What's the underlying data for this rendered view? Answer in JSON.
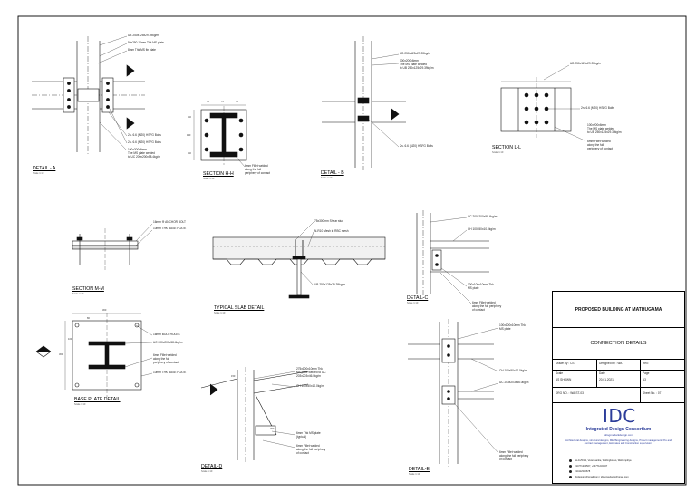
{
  "details": {
    "a": {
      "title": "DETAIL - A",
      "scale": "Scale 1:10",
      "notes": [
        "UB 250x125x29.39kg/m",
        "50x250 10mm Thk MS plate",
        "8mm Thk MS fin plate",
        "2n- 6.6 (M20) HSFG Bolts",
        "2n- 6.6 (M20) HSFG Bolts",
        "100x200x6mm",
        "The MS plate welded",
        "to UC 200x200x58.4kg/m"
      ]
    },
    "hh": {
      "title": "SECTION H-H",
      "scale": "Scale 1:10",
      "notes": [
        "6mm Fillet welded",
        "along the full",
        "periphery of contact"
      ],
      "dims": [
        "50",
        "70",
        "50",
        "40",
        "130",
        "40"
      ]
    },
    "b": {
      "title": "DETAIL - B",
      "scale": "Scale 1:10",
      "notes": [
        "UB 250x125x29.39kg/m",
        "100x200x6mm",
        "The MS plate welded",
        "to UB 250x125x29.39kg/m",
        "2n- 6.6 (M20) HSFG Bolts"
      ]
    },
    "ll": {
      "title": "SECTION L-L",
      "scale": "Scale 1:10",
      "notes": [
        "UB 250x125x29.39kg/m",
        "2n- 6.6 (M20) HSFG Bolts",
        "100x200x6mm",
        "The MS plate welded",
        "to UB 250x125x29.39kg/m",
        "6mm Fillet welded",
        "along the full",
        "periphery of contact"
      ]
    },
    "mm": {
      "title": "SECTION M-M",
      "scale": "Scale 1:10",
      "notes": [
        "16mm Φ ANCHOR BOLT",
        "10mm THK BASE PLATE"
      ]
    },
    "slab": {
      "title": "TYPICAL SLAB DETAIL",
      "scale": "Scale 1:10",
      "notes": [
        "75x300mm Shear stud",
        "N-R10 Mesh in RBC mesh",
        "UB 250x125x29.39kg/m"
      ]
    },
    "c": {
      "title": "DETAIL-C",
      "scale": "Scale 1:10",
      "notes": [
        "UC 200x200x58.4kg/m",
        "CH 100x50x10.0kg/m",
        "100x100x10mm Thk",
        "MS plate",
        "6mm Fillet welded",
        "along the full periphery",
        "of contact"
      ]
    },
    "base": {
      "title": "BASE PLATE DETAIL",
      "scale": "Scale 1:10",
      "notes": [
        "16mm BOLT HOLES",
        "UC 200x200x58.4kg/m",
        "6mm Fillet welded",
        "along the full",
        "periphery of contact",
        "10mm THK BASE PLATE"
      ],
      "dims": [
        "300",
        "80",
        "100",
        "300"
      ]
    },
    "d": {
      "title": "DETAIL-D",
      "scale": "Scale 1:10",
      "notes": [
        "275x100x10mm Thk",
        "MS plate welded to UC",
        "203x203x46.0kg/m",
        "CH 100x50x10.0kg/m",
        "6mm Thk MS plate",
        "(typical)",
        "6mm Fillet welded",
        "along the full periphery",
        "of contact"
      ],
      "dims": [
        "150",
        "300"
      ]
    },
    "e": {
      "title": "DETAIL-E",
      "scale": "Scale 1:10",
      "notes": [
        "100x100x10mm Thk",
        "MS plate",
        "CH 100x50x10.0kg/m",
        "UC 203x203x46.0kg/m",
        "6mm Fillet welded",
        "along the full periphery",
        "of contact"
      ]
    }
  },
  "title_block": {
    "project": "PROPOSED BUILDING AT MATHUGAMA",
    "sheet_title": "CONNECTION DETAILS",
    "fields": {
      "drawn_by_label": "Drawn by : CS",
      "designed_by_label": "Designed by : WA",
      "rev_label": "Rev.:",
      "scale_label": "Scale",
      "date_label": "Date",
      "page_label": "Page",
      "scale_value": "AS SHOWN",
      "date_value": "20.01.2021",
      "page_value": "A3",
      "drg_no_label": "DRG NO. : WA-ST-03",
      "sheet_no_label": "Sheet No. : 07"
    },
    "logo": {
      "word": "IDC",
      "name": "Integrated Design Consortium",
      "web": "idcsgmedarkdesign.com",
      "description": "Architectural designs, structural designs, MEP/Engineering designs, Project management, Pre and contract management, Estimates and Construction supervision.",
      "contacts": [
        "No.11/5/1/1, Veramuanbe, Wellingbouvo, Wellampitiya",
        "+94771234567, +94771234567",
        "+94112345678",
        "idcdesigns@gmail.com / idcsonsultants@gmail.com"
      ]
    }
  }
}
